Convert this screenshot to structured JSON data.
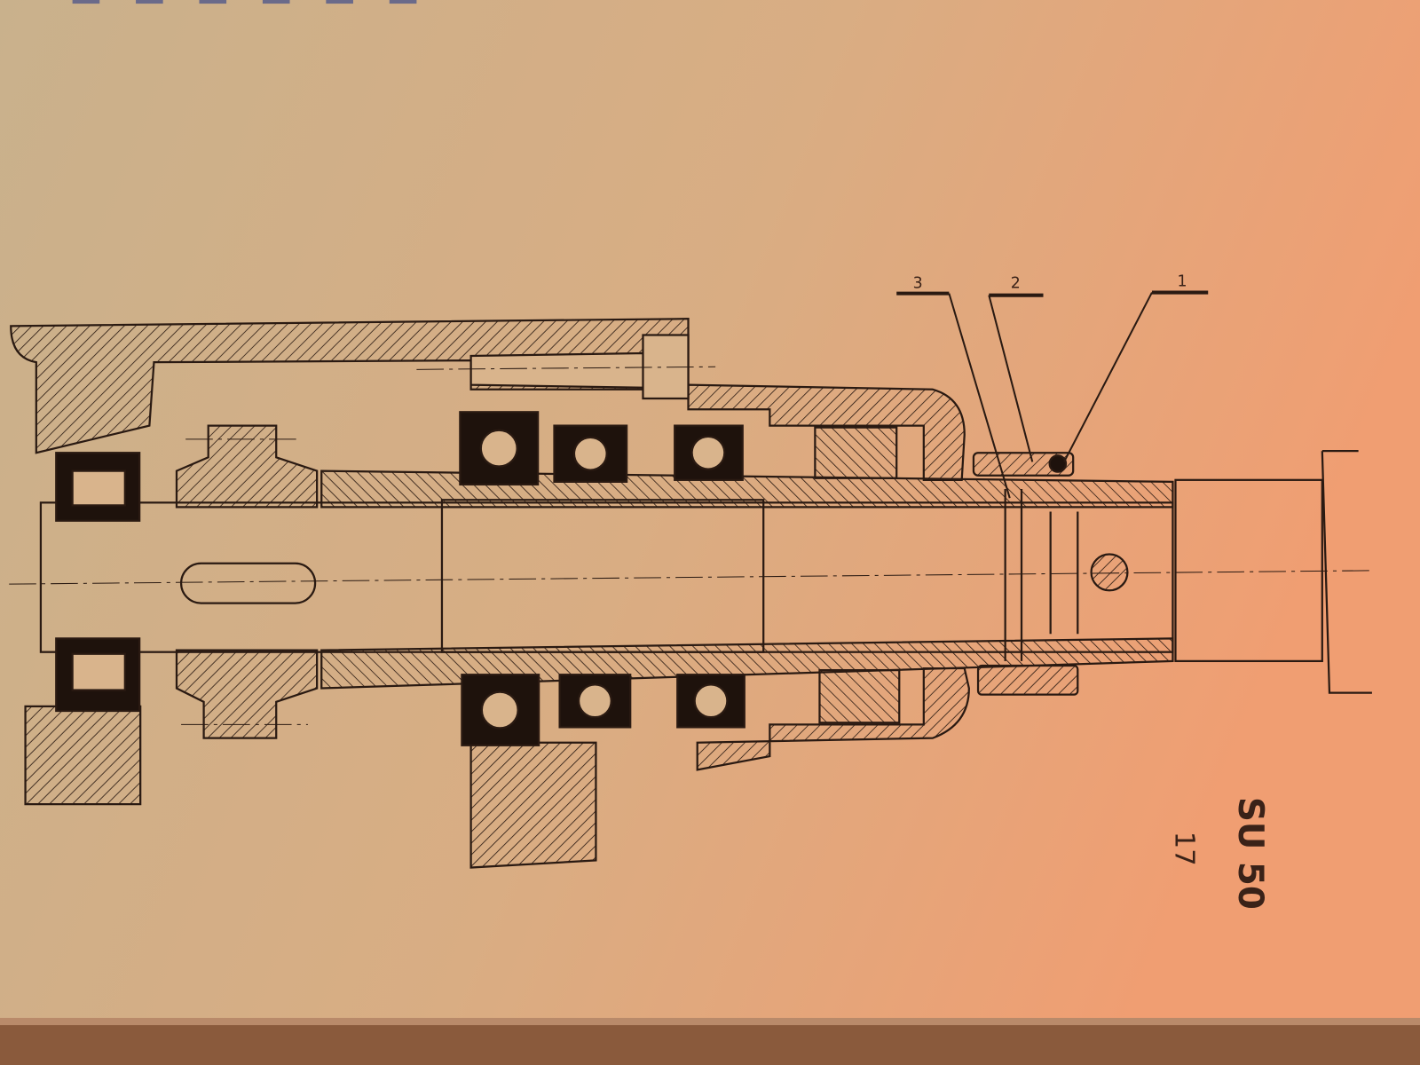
{
  "drawing": {
    "callouts": [
      {
        "number": "1"
      },
      {
        "number": "2"
      },
      {
        "number": "3"
      }
    ],
    "sheet_code": "SU 50",
    "page_number": "17"
  },
  "colors": {
    "ink": "#2a1a12",
    "paper_left": "#cbb38e",
    "paper_right": "#eda176",
    "table": "#8a5a3c"
  }
}
